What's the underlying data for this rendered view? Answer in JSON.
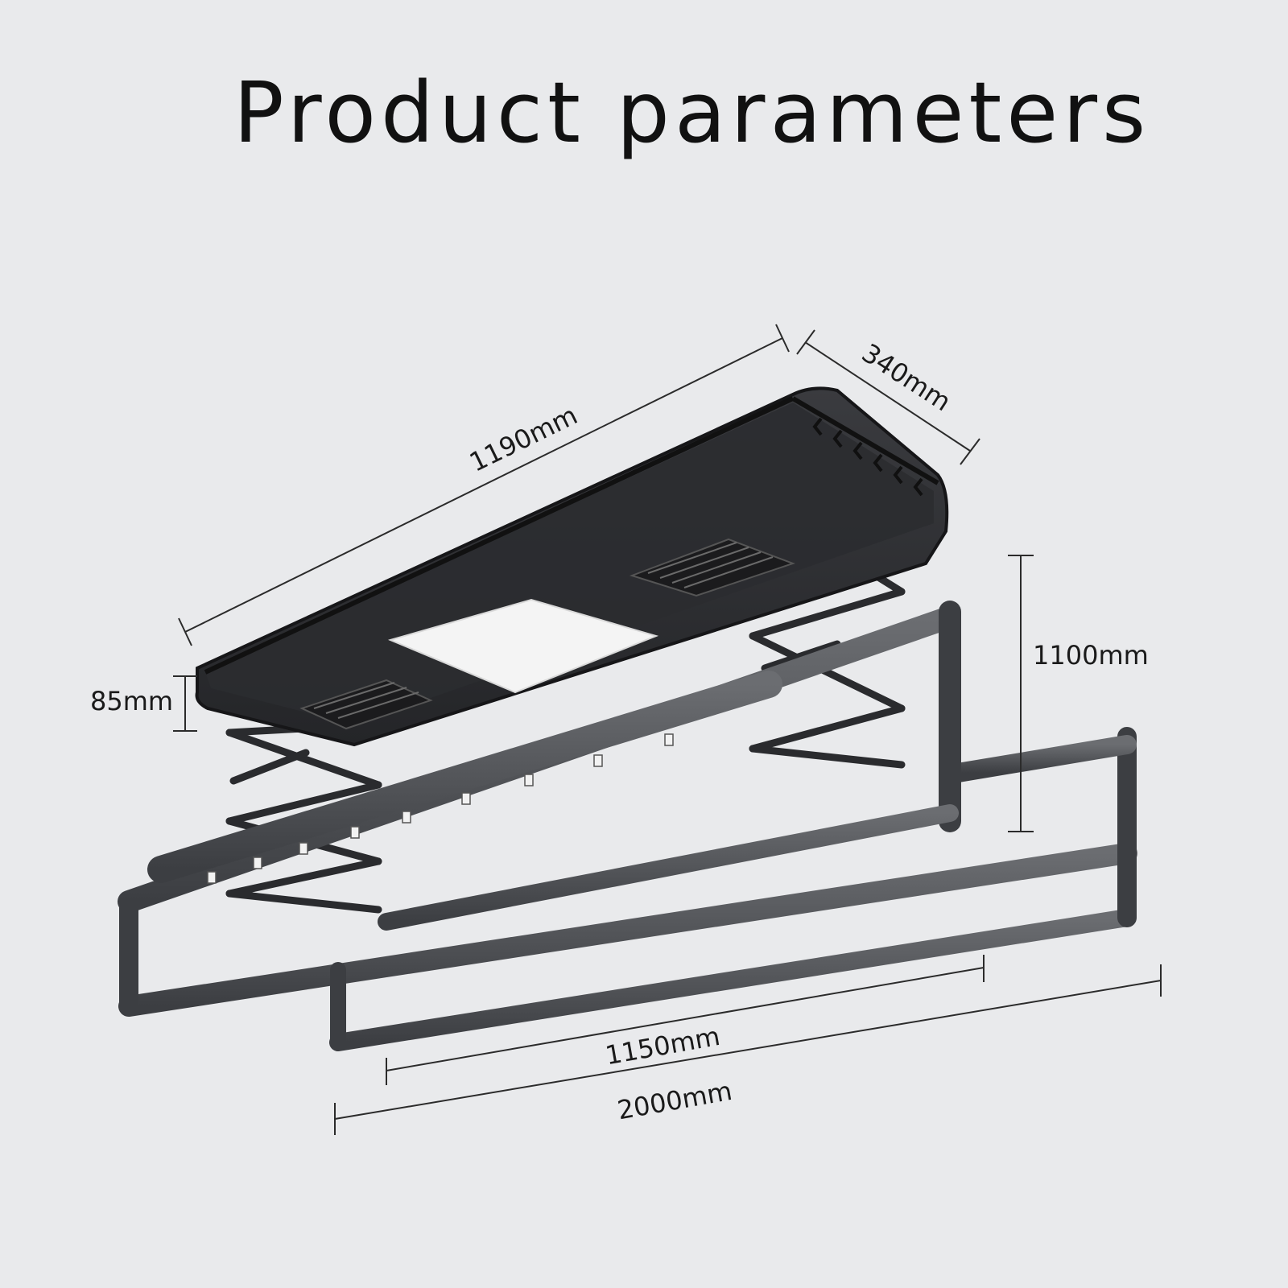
{
  "title": "Product parameters",
  "dimensions": {
    "length": "1190mm",
    "width": "340mm",
    "height": "85mm",
    "lift": "1100mm",
    "rod_short": "1150mm",
    "rod_long": "2000mm"
  },
  "colors": {
    "background": "#e9eaec",
    "housing": "#2f3033",
    "housing_top": "#1c1c1e",
    "rail": "#55575b",
    "light_panel": "#f7f7f7",
    "text": "#111111"
  }
}
